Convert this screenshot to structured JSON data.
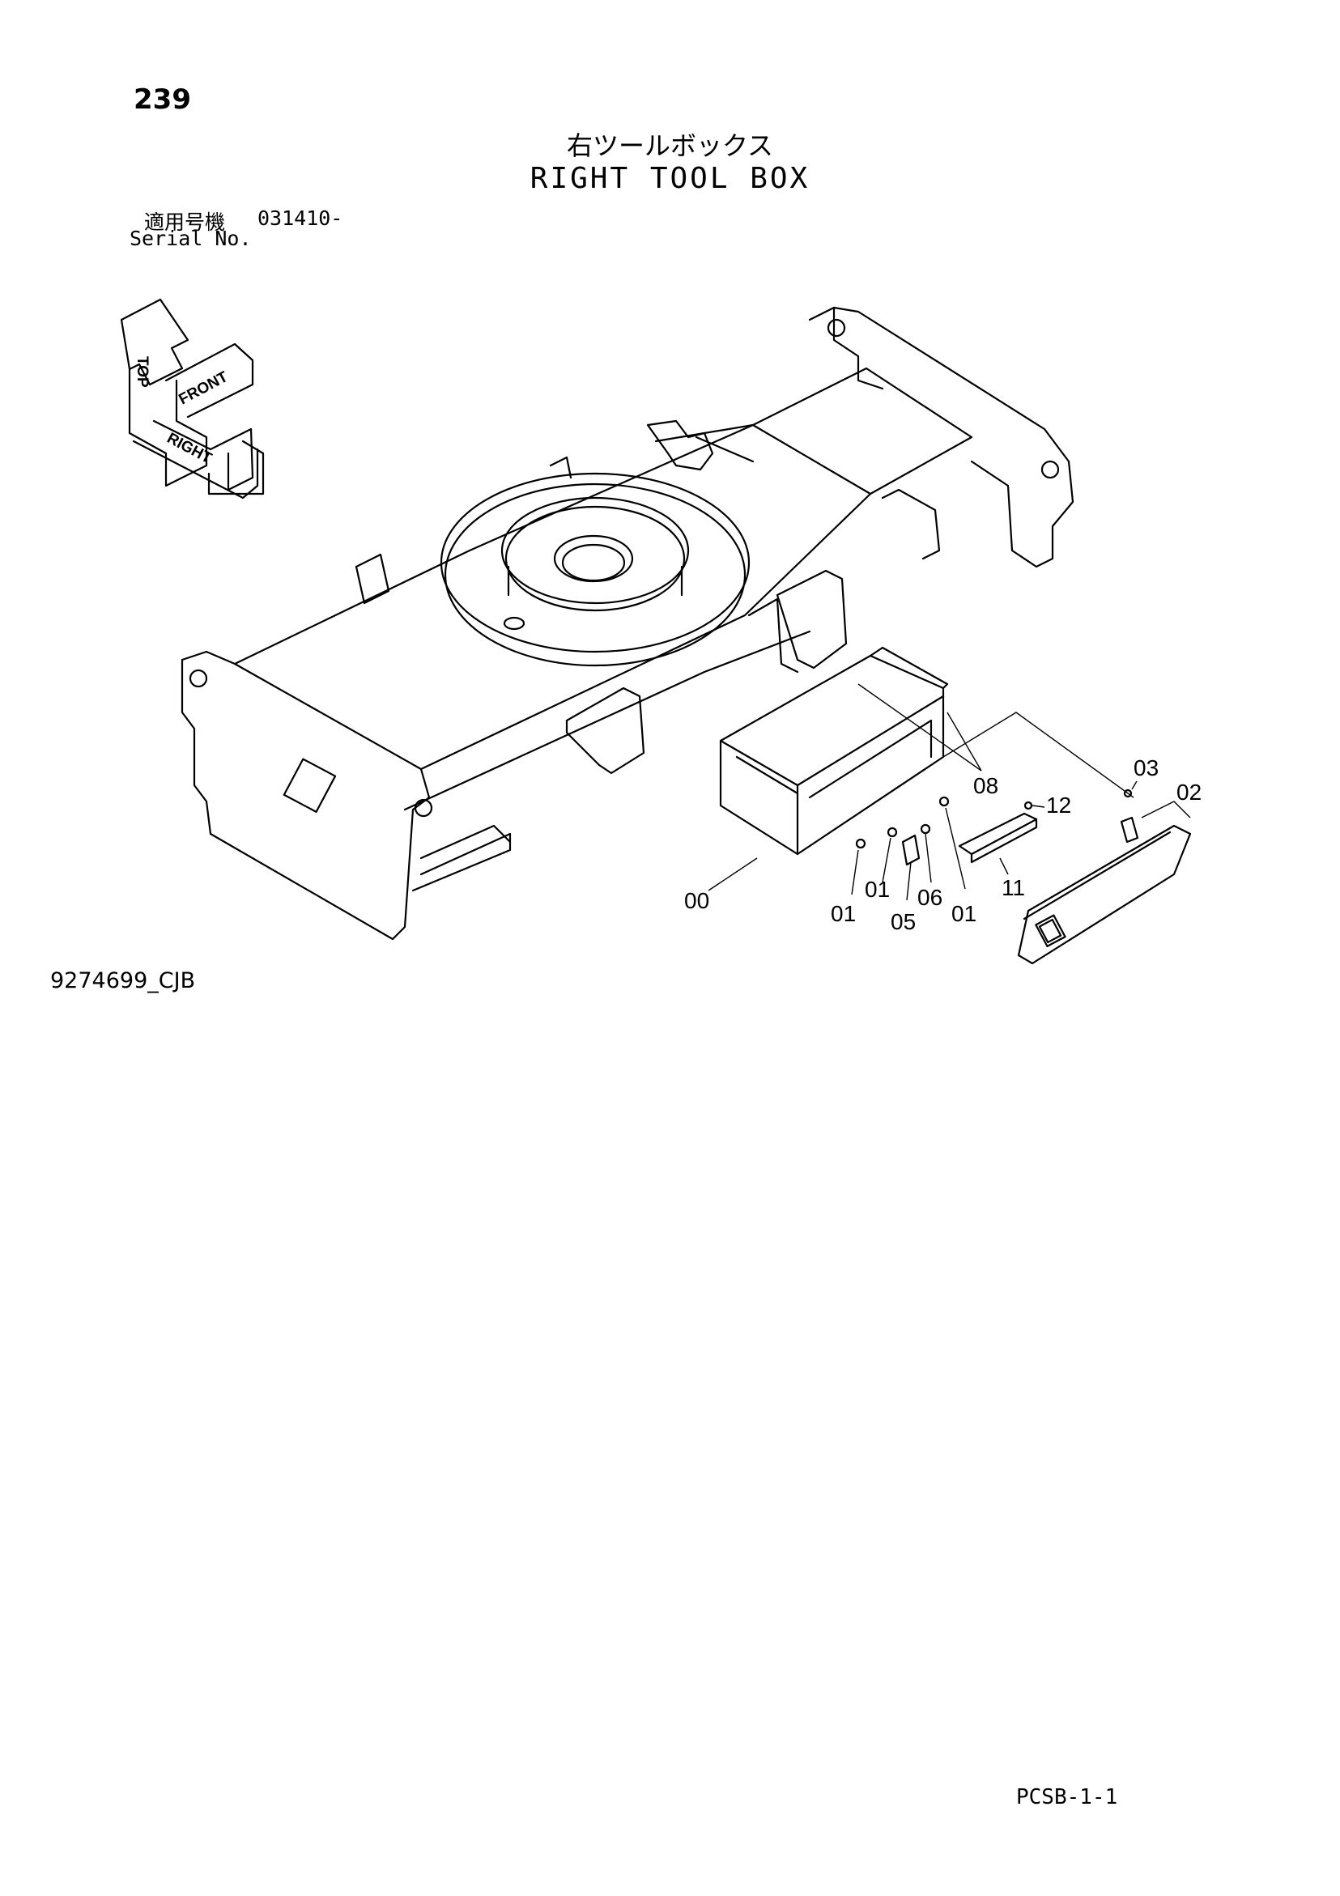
{
  "header": {
    "page_number": "239",
    "title_jp": "右ツールボックス",
    "title_en": "RIGHT TOOL BOX",
    "serial_label_jp": "適用号機",
    "serial_value": "031410-",
    "serial_label_en": "Serial No."
  },
  "orientation": {
    "top": "TOP",
    "front": "FRONT",
    "right": "RIGHT"
  },
  "callouts": [
    {
      "id": "00",
      "label": "00"
    },
    {
      "id": "01a",
      "label": "01"
    },
    {
      "id": "01b",
      "label": "01"
    },
    {
      "id": "01c",
      "label": "01"
    },
    {
      "id": "02",
      "label": "02"
    },
    {
      "id": "03",
      "label": "03"
    },
    {
      "id": "05",
      "label": "05"
    },
    {
      "id": "06",
      "label": "06"
    },
    {
      "id": "08",
      "label": "08"
    },
    {
      "id": "11",
      "label": "11"
    },
    {
      "id": "12",
      "label": "12"
    }
  ],
  "footer": {
    "drawing_code": "9274699_CJB",
    "sheet_code": "PCSB-1-1"
  }
}
